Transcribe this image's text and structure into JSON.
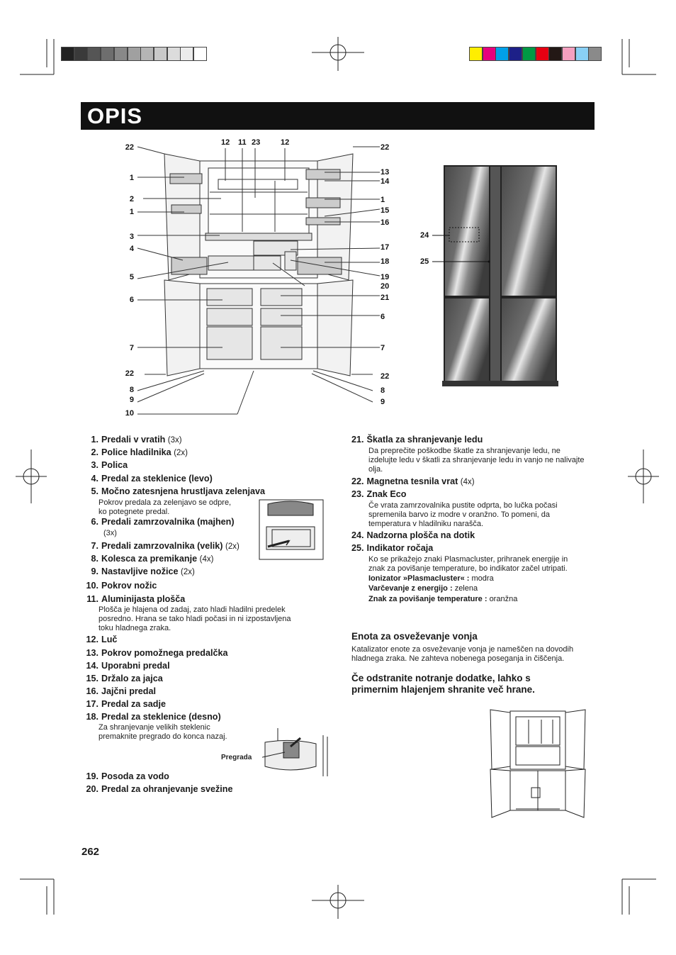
{
  "header": {
    "title": "OPIS"
  },
  "colors": {
    "gray_swatches": [
      "#222222",
      "#3a3a3a",
      "#555555",
      "#6e6e6e",
      "#888888",
      "#a0a0a0",
      "#b5b5b5",
      "#c9c9c9",
      "#dcdcdc",
      "#ececec",
      "#ffffff"
    ],
    "color_swatches": [
      "#ffee00",
      "#e6007e",
      "#00a0e9",
      "#1d2088",
      "#009944",
      "#e60012",
      "#231815",
      "#f5a0c0",
      "#89d0f5",
      "#8a8a8a"
    ]
  },
  "diagram_labels": {
    "left": [
      "22",
      "1",
      "2",
      "1",
      "3",
      "4",
      "5",
      "6",
      "7",
      "22",
      "8",
      "9",
      "10"
    ],
    "top": [
      "12",
      "11",
      "23",
      "12"
    ],
    "right": [
      "22",
      "13",
      "14",
      "1",
      "15",
      "16",
      "17",
      "18",
      "19",
      "20",
      "21",
      "6",
      "7",
      "22",
      "8",
      "9"
    ],
    "exterior": [
      "24",
      "25"
    ]
  },
  "parts_left": [
    {
      "num": "1.",
      "title": "Predali v vratih",
      "count": "(3x)"
    },
    {
      "num": "2.",
      "title": "Police hladilnika",
      "count": "(2x)"
    },
    {
      "num": "3.",
      "title": "Polica",
      "count": ""
    },
    {
      "num": "4.",
      "title": "Predal za steklenice (levo)",
      "count": ""
    },
    {
      "num": "5.",
      "title": "Močno zatesnjena hrustljava zelenjava",
      "count": ""
    },
    {
      "num": "6.",
      "title": "Predali zamrzovalnika (majhen)",
      "count": ""
    },
    {
      "num": "7.",
      "title": "Predali zamrzovalnika (velik)",
      "count": "(2x)"
    },
    {
      "num": "8.",
      "title": "Kolesca za premikanje",
      "count": "(4x)"
    },
    {
      "num": "9.",
      "title": "Nastavljive nožice",
      "count": "(2x)"
    },
    {
      "num": "10.",
      "title": "Pokrov nožic",
      "count": ""
    },
    {
      "num": "11.",
      "title": "Aluminijasta plošča",
      "count": ""
    },
    {
      "num": "12.",
      "title": "Luč",
      "count": ""
    },
    {
      "num": "13.",
      "title": "Pokrov pomožnega predalčka",
      "count": ""
    },
    {
      "num": "14.",
      "title": "Uporabni predal",
      "count": ""
    },
    {
      "num": "15.",
      "title": "Držalo za jajca",
      "count": ""
    },
    {
      "num": "16.",
      "title": "Jajčni predal",
      "count": ""
    },
    {
      "num": "17.",
      "title": "Predal za sadje",
      "count": ""
    },
    {
      "num": "18.",
      "title": "Predal za steklenice (desno)",
      "count": ""
    },
    {
      "num": "19.",
      "title": "Posoda za vodo",
      "count": ""
    },
    {
      "num": "20.",
      "title": "Predal za ohranjevanje svežine",
      "count": ""
    }
  ],
  "desc_5_line1": "Pokrov predala za zelenjavo se odpre,",
  "desc_5_line2": "ko potegnete predal.",
  "desc_6_count": "(3x)",
  "desc_11_line1": "Plošča je hlajena od zadaj, zato hladi hladilni predelek",
  "desc_11_line2": "posredno. Hrana se tako hladi počasi in ni izpostavljena",
  "desc_11_line3": "toku hladnega zraka.",
  "desc_18_line1": "Za shranjevanje velikih steklenic",
  "desc_18_line2": "premaknite pregrado do konca nazaj.",
  "pregrada_label": "Pregrada",
  "parts_right": [
    {
      "num": "21.",
      "title": "Škatla za shranjevanje ledu",
      "count": ""
    },
    {
      "num": "22.",
      "title": "Magnetna tesnila vrat",
      "count": "(4x)"
    },
    {
      "num": "23.",
      "title": "Znak Eco",
      "count": ""
    },
    {
      "num": "24.",
      "title": "Nadzorna plošča na dotik",
      "count": ""
    },
    {
      "num": "25.",
      "title": "Indikator ročaja",
      "count": ""
    }
  ],
  "desc_21_line1": "Da preprečite poškodbe škatle za shranjevanje ledu, ne",
  "desc_21_line2": "izdelujte ledu v škatli za shranjevanje ledu in vanjo ne nalivajte",
  "desc_21_line3": "olja.",
  "desc_23_line1": "Če vrata zamrzovalnika pustite odprta, bo lučka počasi",
  "desc_23_line2": "spremenila barvo iz modre v oranžno. To pomeni, da",
  "desc_23_line3": "temperatura v hladilniku narašča.",
  "desc_25_line1": "Ko se prikažejo znaki Plasmacluster, prihranek energije in",
  "desc_25_line2": "znak za povišanje temperature, bo indikator začel utripati.",
  "indicators": [
    {
      "key": "Ionizator »Plasmacluster« :",
      "value": "modra"
    },
    {
      "key": "Varčevanje z energijo :",
      "value": "zelena"
    },
    {
      "key": "Znak za povišanje temperature :",
      "value": "oranžna"
    }
  ],
  "deodor_heading": "Enota za osveževanje vonja",
  "deodor_line1": "Katalizator enote za osveževanje vonja je nameščen na dovodih",
  "deodor_line2": "hladnega zraka. Ne zahteva nobenega poseganja in čiščenja.",
  "remove_heading_line1": "Če odstranite notranje dodatke, lahko s",
  "remove_heading_line2": "primernim hlajenjem shranite več hrane.",
  "page_number": "262"
}
